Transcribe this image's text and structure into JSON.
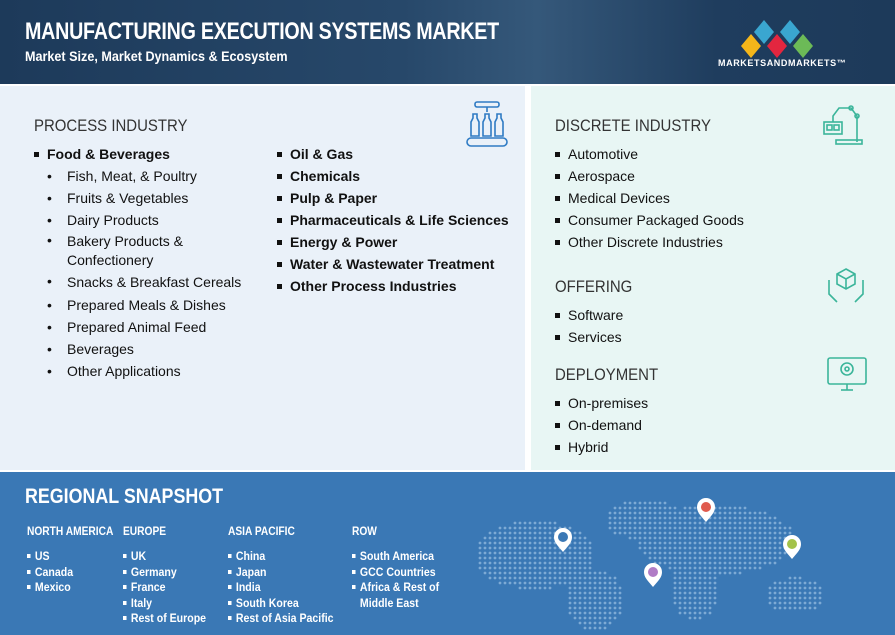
{
  "header": {
    "title": "MANUFACTURING EXECUTION SYSTEMS MARKET",
    "subtitle": "Market Size, Market Dynamics & Ecosystem",
    "logo_text": "MARKETSANDMARKETS™"
  },
  "process": {
    "heading": "PROCESS INDUSTRY",
    "col1": [
      {
        "label": "Food & Beverages",
        "level": 0
      },
      {
        "label": "Fish, Meat, & Poultry",
        "level": 1
      },
      {
        "label": "Fruits & Vegetables",
        "level": 1
      },
      {
        "label": "Dairy Products",
        "level": 1
      },
      {
        "label": "Bakery Products & Confectionery",
        "level": 1
      },
      {
        "label": "Snacks & Breakfast Cereals",
        "level": 1
      },
      {
        "label": "Prepared Meals & Dishes",
        "level": 1
      },
      {
        "label": "Prepared Animal Feed",
        "level": 1
      },
      {
        "label": "Beverages",
        "level": 1
      },
      {
        "label": "Other Applications",
        "level": 1
      }
    ],
    "col2": [
      "Oil & Gas",
      "Chemicals",
      "Pulp & Paper",
      "Pharmaceuticals & Life Sciences",
      "Energy & Power",
      "Water & Wastewater Treatment",
      "Other Process Industries"
    ]
  },
  "discrete": {
    "heading": "DISCRETE INDUSTRY",
    "items": [
      "Automotive",
      "Aerospace",
      "Medical Devices",
      "Consumer Packaged Goods",
      "Other Discrete Industries"
    ]
  },
  "offering": {
    "heading": "OFFERING",
    "items": [
      "Software",
      "Services"
    ]
  },
  "deployment": {
    "heading": "DEPLOYMENT",
    "items": [
      "On-premises",
      "On-demand",
      "Hybrid"
    ]
  },
  "regional": {
    "heading": "REGIONAL SNAPSHOT",
    "regions": [
      {
        "name": "NORTH AMERICA",
        "items": [
          "US",
          "Canada",
          "Mexico"
        ]
      },
      {
        "name": "EUROPE",
        "items": [
          "UK",
          "Germany",
          "France",
          "Italy",
          "Rest of Europe"
        ]
      },
      {
        "name": "ASIA PACIFIC",
        "items": [
          "China",
          "Japan",
          "India",
          "South Korea",
          "Rest of Asia Pacific"
        ]
      },
      {
        "name": "ROW",
        "items": [
          "South America",
          "GCC Countries",
          "Africa & Rest of Middle East"
        ]
      }
    ]
  },
  "colors": {
    "header": "#1d3a5a",
    "process_bg": "#eaf1f9",
    "discrete_bg": "#e8f6f4",
    "regional_bg": "#3a78b5",
    "process_icon": "#2f7bc4",
    "discrete_icon": "#3bb59a"
  }
}
